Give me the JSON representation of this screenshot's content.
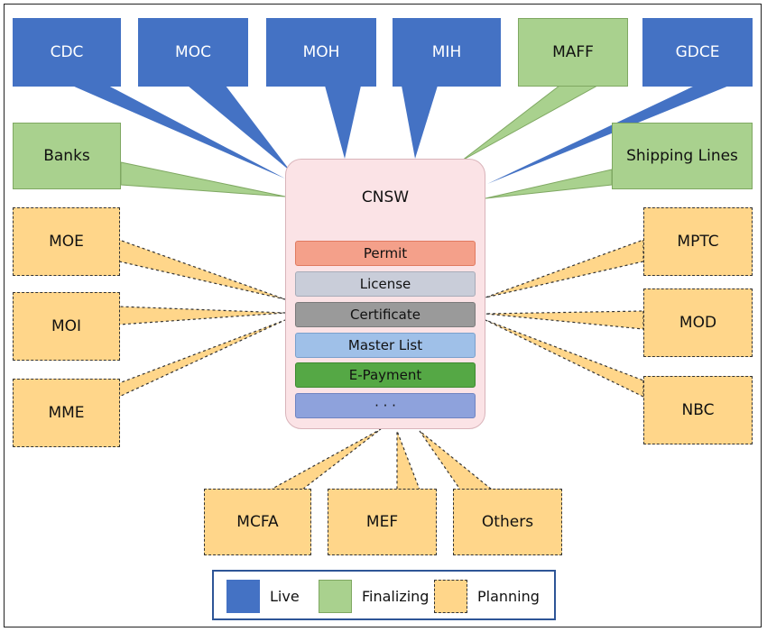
{
  "center": {
    "title": "CNSW",
    "modules": [
      {
        "label": "Permit",
        "color": "#f4a08a",
        "border": "#e07a60"
      },
      {
        "label": "License",
        "color": "#c9cdd9",
        "border": "#a6abb8"
      },
      {
        "label": "Certificate",
        "color": "#9a9a9a",
        "border": "#7a7a7a"
      },
      {
        "label": "Master List",
        "color": "#9fc0e8",
        "border": "#7aa0cc"
      },
      {
        "label": "E-Payment",
        "color": "#55a845",
        "border": "#3d8a30"
      },
      {
        "label": "· · ·",
        "color": "#8ea2dc",
        "border": "#6f84c2"
      }
    ]
  },
  "nodes": {
    "cdc": "CDC",
    "moc": "MOC",
    "moh": "MOH",
    "mih": "MIH",
    "maff": "MAFF",
    "gdce": "GDCE",
    "banks": "Banks",
    "shipping": "Shipping Lines",
    "moe": "MOE",
    "moi": "MOI",
    "mme": "MME",
    "mptc": "MPTC",
    "mod": "MOD",
    "nbc": "NBC",
    "mcfa": "MCFA",
    "mef": "MEF",
    "others": "Others"
  },
  "legend": {
    "live": "Live",
    "finalizing": "Finalizing",
    "planning": "Planning"
  },
  "colors": {
    "live": "#4472c4",
    "finalizing": "#a9d18e",
    "planning": "#ffd68a"
  }
}
